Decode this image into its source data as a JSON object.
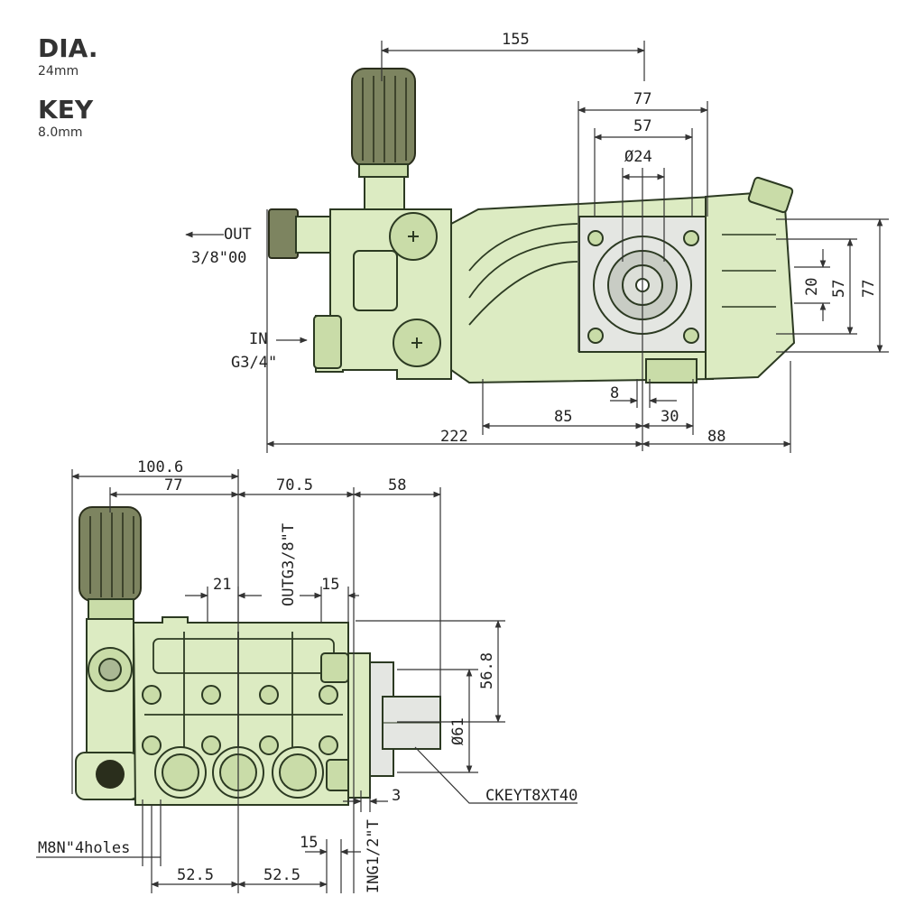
{
  "legend": {
    "dia_title": "DIA.",
    "dia_value": "24mm",
    "key_title": "KEY",
    "key_value": "8.0mm"
  },
  "top_view": {
    "dims": {
      "d155": "155",
      "d77": "77",
      "d57_top": "57",
      "d24": "Ø24",
      "d20": "20",
      "d57_side": "57",
      "d77_side": "77",
      "d8": "8",
      "d85": "85",
      "d30": "30",
      "d222": "222",
      "d88": "88"
    },
    "out_label": "OUT",
    "out_size": "3/8\"00",
    "in_label": "IN",
    "in_size": "G3/4\""
  },
  "bottom_view": {
    "dims": {
      "d100_6": "100.6",
      "d77": "77",
      "d70_5": "70.5",
      "d58": "58",
      "d21": "21",
      "d15_top": "15",
      "d56_8": "56.8",
      "d61": "Ø61",
      "d3": "3",
      "d15_bottom": "15",
      "d52_5_left": "52.5",
      "d52_5_right": "52.5"
    },
    "out_label": "OUTG3/8\"T",
    "in_label": "ING1/2\"T",
    "key_label": "CKEYT8XT40",
    "holes_label": "M8N\"4holes"
  }
}
